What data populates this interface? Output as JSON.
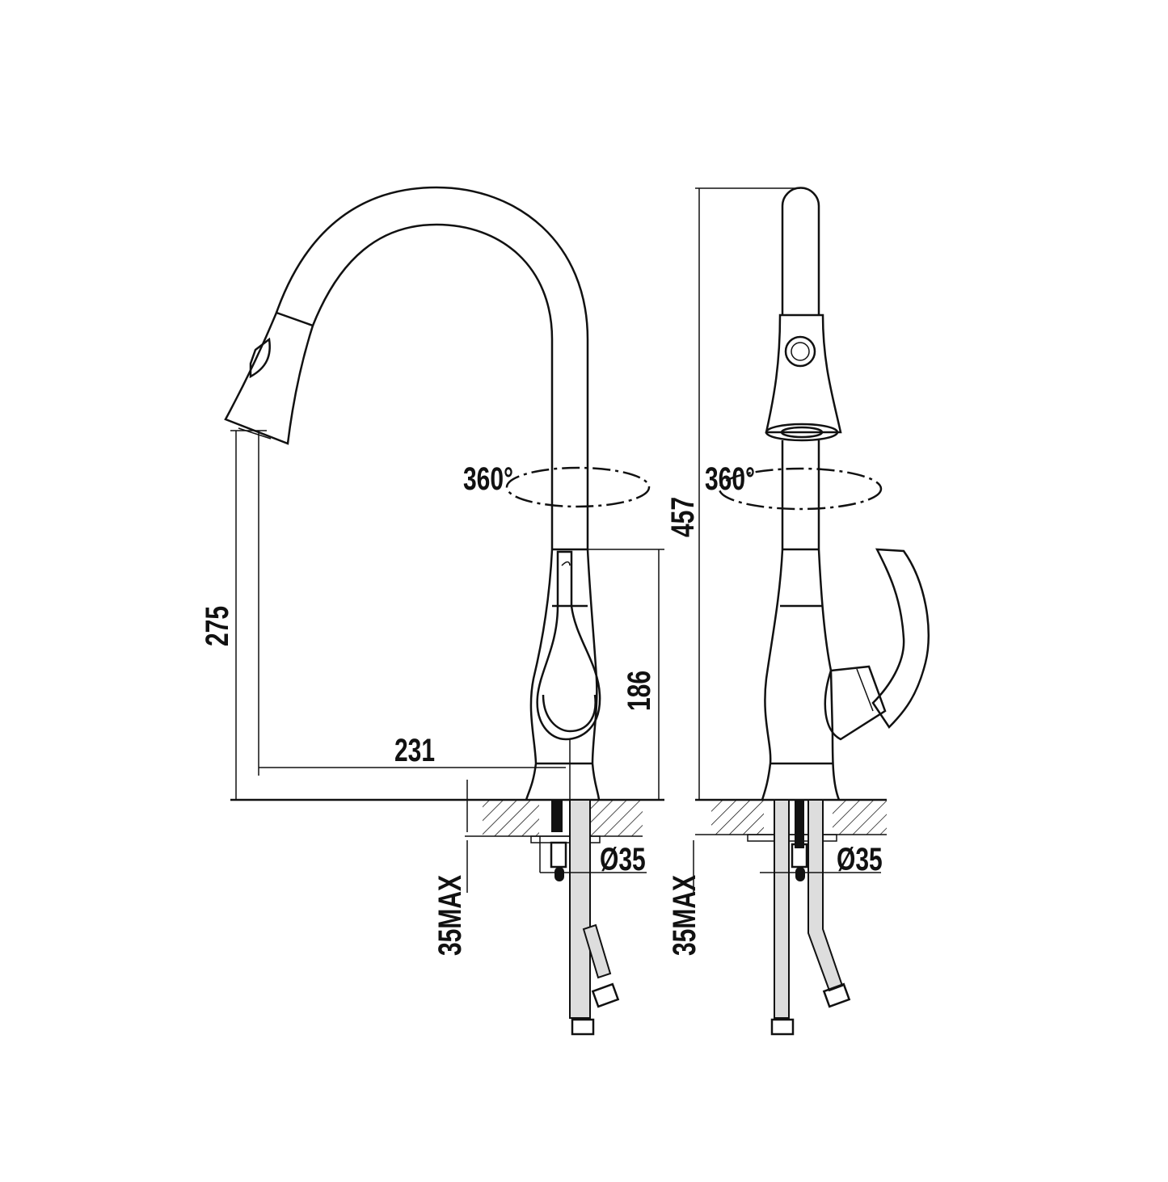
{
  "title": "Pull-down kitchen faucet dimension drawing",
  "views": {
    "front": {
      "rotation_label": "360°",
      "dim_spout_height": "275",
      "dim_reach": "231",
      "dim_body_height": "186",
      "dim_hole": "Ø35",
      "dim_deck": "35MAX"
    },
    "side": {
      "rotation_label": "360°",
      "dim_total_height": "457",
      "dim_hole": "Ø35",
      "dim_deck": "35MAX"
    }
  },
  "colors": {
    "line": "#111111",
    "hose": "#dddddd",
    "background": "#ffffff"
  }
}
